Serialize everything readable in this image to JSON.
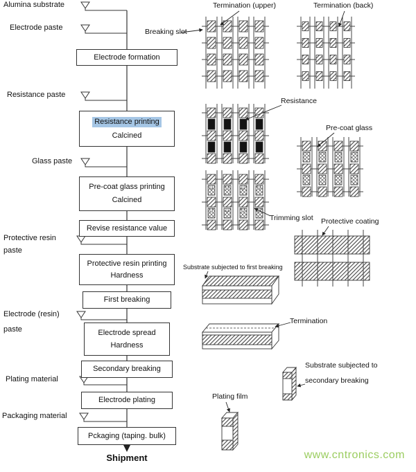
{
  "watermark": {
    "text": "www.cntronics.com",
    "color": "#9bcd60"
  },
  "flow": {
    "highlight_color": "#a5c6e5",
    "end_label": "Shipment",
    "steps": [
      {
        "lines": [
          "Electrode formation"
        ]
      },
      {
        "lines": [
          "Resistance printing",
          "Calcined"
        ]
      },
      {
        "lines": [
          "Pre-coat glass printing",
          "Calcined"
        ]
      },
      {
        "lines": [
          "Revise resistance value"
        ]
      },
      {
        "lines": [
          "Protective resin printing",
          "Hardness"
        ]
      },
      {
        "lines": [
          "First breaking"
        ]
      },
      {
        "lines": [
          "Electrode spread",
          "Hardness"
        ]
      },
      {
        "lines": [
          "Secondary breaking"
        ]
      },
      {
        "lines": [
          "Electrode plating"
        ]
      },
      {
        "lines": [
          "Pckaging (taping. bulk)"
        ]
      }
    ]
  },
  "materials": [
    {
      "lines": [
        "Alumina substrate"
      ]
    },
    {
      "lines": [
        "Electrode paste"
      ]
    },
    {
      "lines": [
        "Resistance paste"
      ]
    },
    {
      "lines": [
        "Glass paste"
      ]
    },
    {
      "lines": [
        "Protective resin",
        "paste"
      ]
    },
    {
      "lines": [
        "Electrode (resin)",
        "paste"
      ]
    },
    {
      "lines": [
        "Plating material"
      ]
    },
    {
      "lines": [
        "Packaging material"
      ]
    }
  ],
  "annotations": {
    "termination_upper": "Termination (upper)",
    "termination_back": "Termination (back)",
    "breaking_slot": "Breaking slot",
    "resistance": "Resistance",
    "pre_coat_glass": "Pre-coat glass",
    "trimming_slot": "Trimming slot",
    "protective_coating": "Protective coating",
    "first_breaking_substrate": "Substrate subjected to first breaking",
    "termination": "Termination",
    "secondary_breaking_line1": "Substrate subjected to",
    "secondary_breaking_line2": "secondary breaking",
    "plating_film": "Plating film"
  }
}
